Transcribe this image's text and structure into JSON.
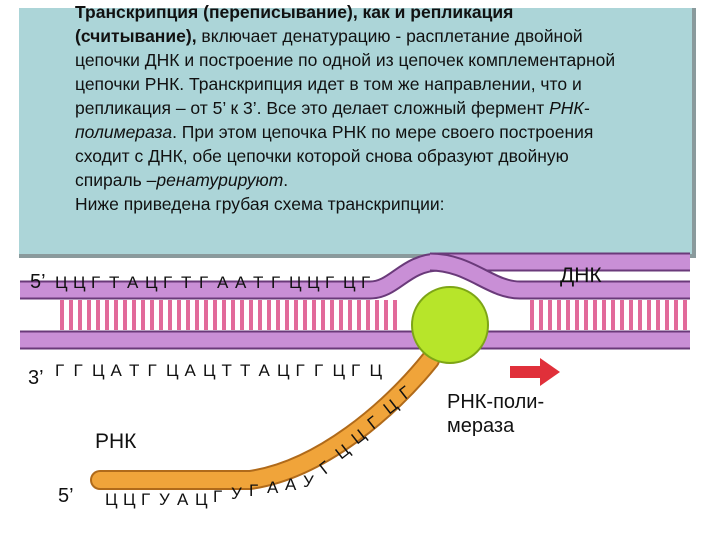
{
  "text": {
    "bold_line1": "Транскрипция (переписывание), как и репликация",
    "bold_line2": "(считывание),",
    "rest_line2": " включает денатурацию - расплетание двойной",
    "line3": "цепочки ДНК и построение по одной из цепочек комплементарной",
    "line4": "цепочки РНК. Транскрипция идет в том же направлении, что и",
    "line5a": "репликация – от 5’ к 3’. Все это делает сложный фермент ",
    "line5b": "РНК-",
    "line6a": "полимераза",
    "line6b": ". При этом цепочка РНК  по мере своего построения",
    "line7": "сходит с ДНК, обе цепочки которой снова образуют двойную",
    "line8a": "спираль –",
    "line8b": "ренатурируют",
    "line8c": ".",
    "line9": "Ниже приведена  грубая схема транскрипции:"
  },
  "diagram": {
    "label_5_top": "5’",
    "label_3_mid": "3’",
    "label_5_bottom": "5’",
    "label_dna": "ДНК",
    "label_rna": "РНК",
    "label_polymerase_1": "РНК-поли-",
    "label_polymerase_2": "мераза",
    "top_strand_letters": "ЦЦГТАЦГТГААТГЦЦГЦГ",
    "bottom_strand_letters": "ГГЦАТГЦАЦТТАЦГГЦГЦ",
    "rna_letters_flat": "ЦЦГУАЦГУГААУ",
    "rna_letters_rising": "ГЦЦГЦГ"
  },
  "colors": {
    "background_box": "#acd5d8",
    "strand_purple": "#c98fd6",
    "strand_outline": "#6a3a7a",
    "rna_orange": "#f0a43a",
    "polymerase_green": "#b7e52a",
    "arrow_red": "#e0303a",
    "base_pair_pink": "#e26a9a"
  }
}
